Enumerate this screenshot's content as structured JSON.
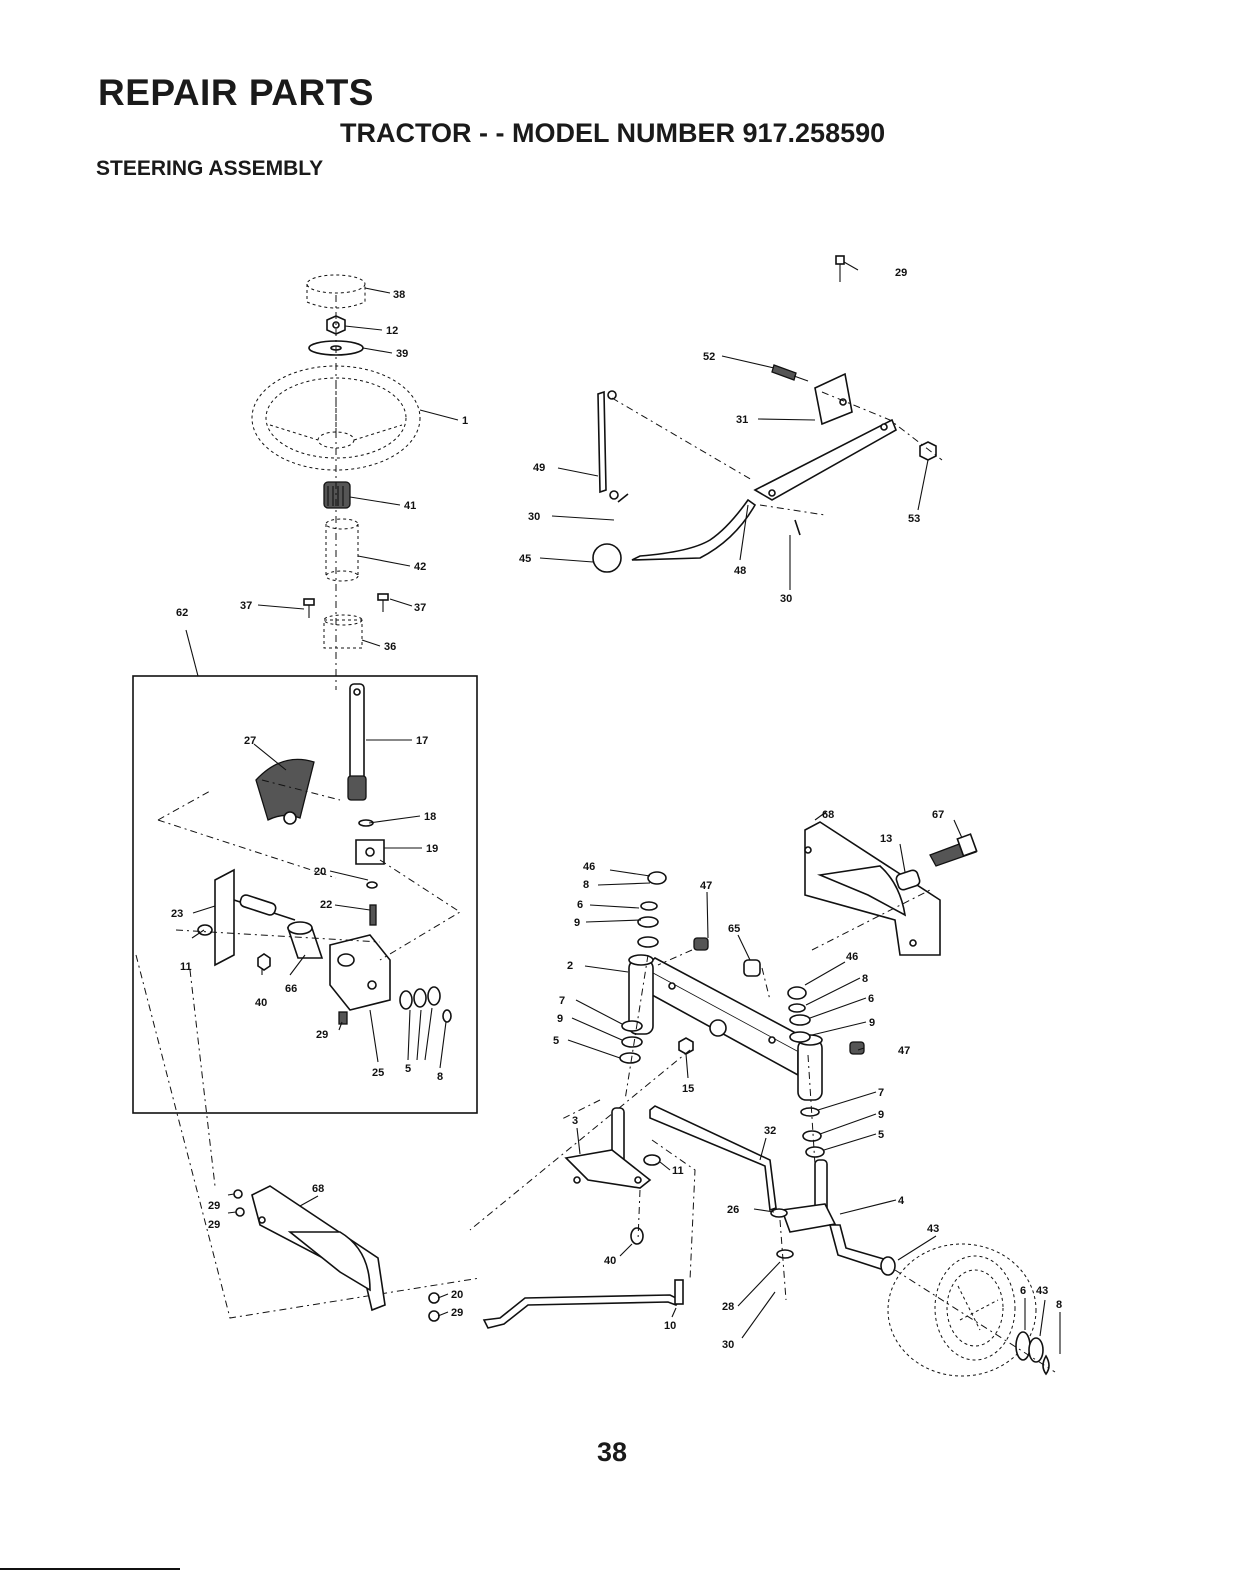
{
  "header": {
    "title": "REPAIR PARTS",
    "subtitle": "TRACTOR - - MODEL NUMBER 917.258590",
    "section": "STEERING ASSEMBLY"
  },
  "footer": {
    "page_number": "38"
  },
  "callouts": {
    "c38": "38",
    "c12": "12",
    "c39": "39",
    "c1": "1",
    "c41": "41",
    "c42": "42",
    "c37a": "37",
    "c37b": "37",
    "c36": "36",
    "c62": "62",
    "c17": "17",
    "c27": "27",
    "c18": "18",
    "c19": "19",
    "c20a": "20",
    "c22": "22",
    "c23": "23",
    "c11a": "11",
    "c40a": "40",
    "c66": "66",
    "c29a": "29",
    "c25": "25",
    "c5a": "5",
    "c8a": "8",
    "c52": "52",
    "c29b": "29",
    "c31": "31",
    "c49": "49",
    "c30a": "30",
    "c45": "45",
    "c48": "48",
    "c30b": "30",
    "c53": "53",
    "c68a": "68",
    "c67": "67",
    "c13": "13",
    "c46a": "46",
    "c8b": "8",
    "c6a": "6",
    "c9a": "9",
    "c47a": "47",
    "c65": "65",
    "c2": "2",
    "c7a": "7",
    "c9b": "9",
    "c5b": "5",
    "c15": "15",
    "c46b": "46",
    "c8c": "8",
    "c6b": "6",
    "c9c": "9",
    "c47b": "47",
    "c7b": "7",
    "c9d": "9",
    "c5c": "5",
    "c3": "3",
    "c32": "32",
    "c11b": "11",
    "c4": "4",
    "c26": "26",
    "c43a": "43",
    "c29c": "29",
    "c29d": "29",
    "c68b": "68",
    "c20b": "20",
    "c29e": "29",
    "c40b": "40",
    "c10": "10",
    "c28": "28",
    "c30c": "30",
    "c6c": "6",
    "c43b": "43",
    "c8d": "8"
  }
}
